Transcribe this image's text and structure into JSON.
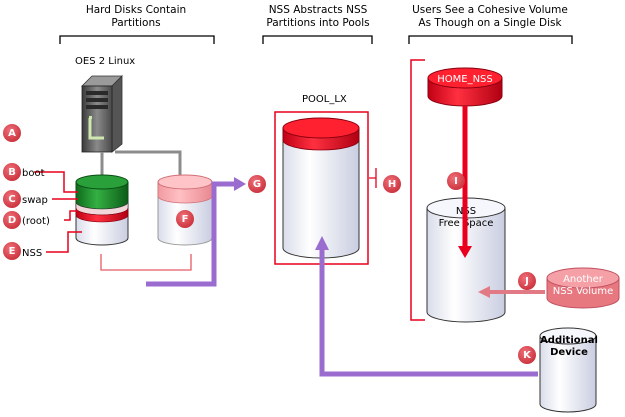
{
  "headers": {
    "col1_line1": "Hard Disks Contain",
    "col1_line2": "Partitions",
    "col2_line1": "NSS Abstracts NSS",
    "col2_line2": "Partitions into Pools",
    "col3_line1": "Users See a Cohesive Volume",
    "col3_line2": "As Though on a Single Disk"
  },
  "server": {
    "label": "OES 2 Linux"
  },
  "partitions": {
    "boot": "boot",
    "swap": "swap",
    "root": "(root)",
    "nss": "NSS"
  },
  "pool": {
    "label": "POOL_LX"
  },
  "volume": {
    "label": "HOME_NSS"
  },
  "free_space": {
    "line1": "NSS",
    "line2": "Free Space"
  },
  "another_volume": {
    "line1": "Another",
    "line2": "NSS Volume"
  },
  "additional_device": {
    "line1": "Additional",
    "line2": "Device"
  },
  "badges": [
    "A",
    "B",
    "C",
    "D",
    "E",
    "F",
    "G",
    "H",
    "I",
    "J",
    "K"
  ],
  "colors": {
    "badge": "#d9434b",
    "red": "#e8001c",
    "green": "#1f8a2c",
    "purple": "#9b6ccf",
    "pink_arrow": "#e27a85",
    "disk_body": "#eef0f8"
  }
}
